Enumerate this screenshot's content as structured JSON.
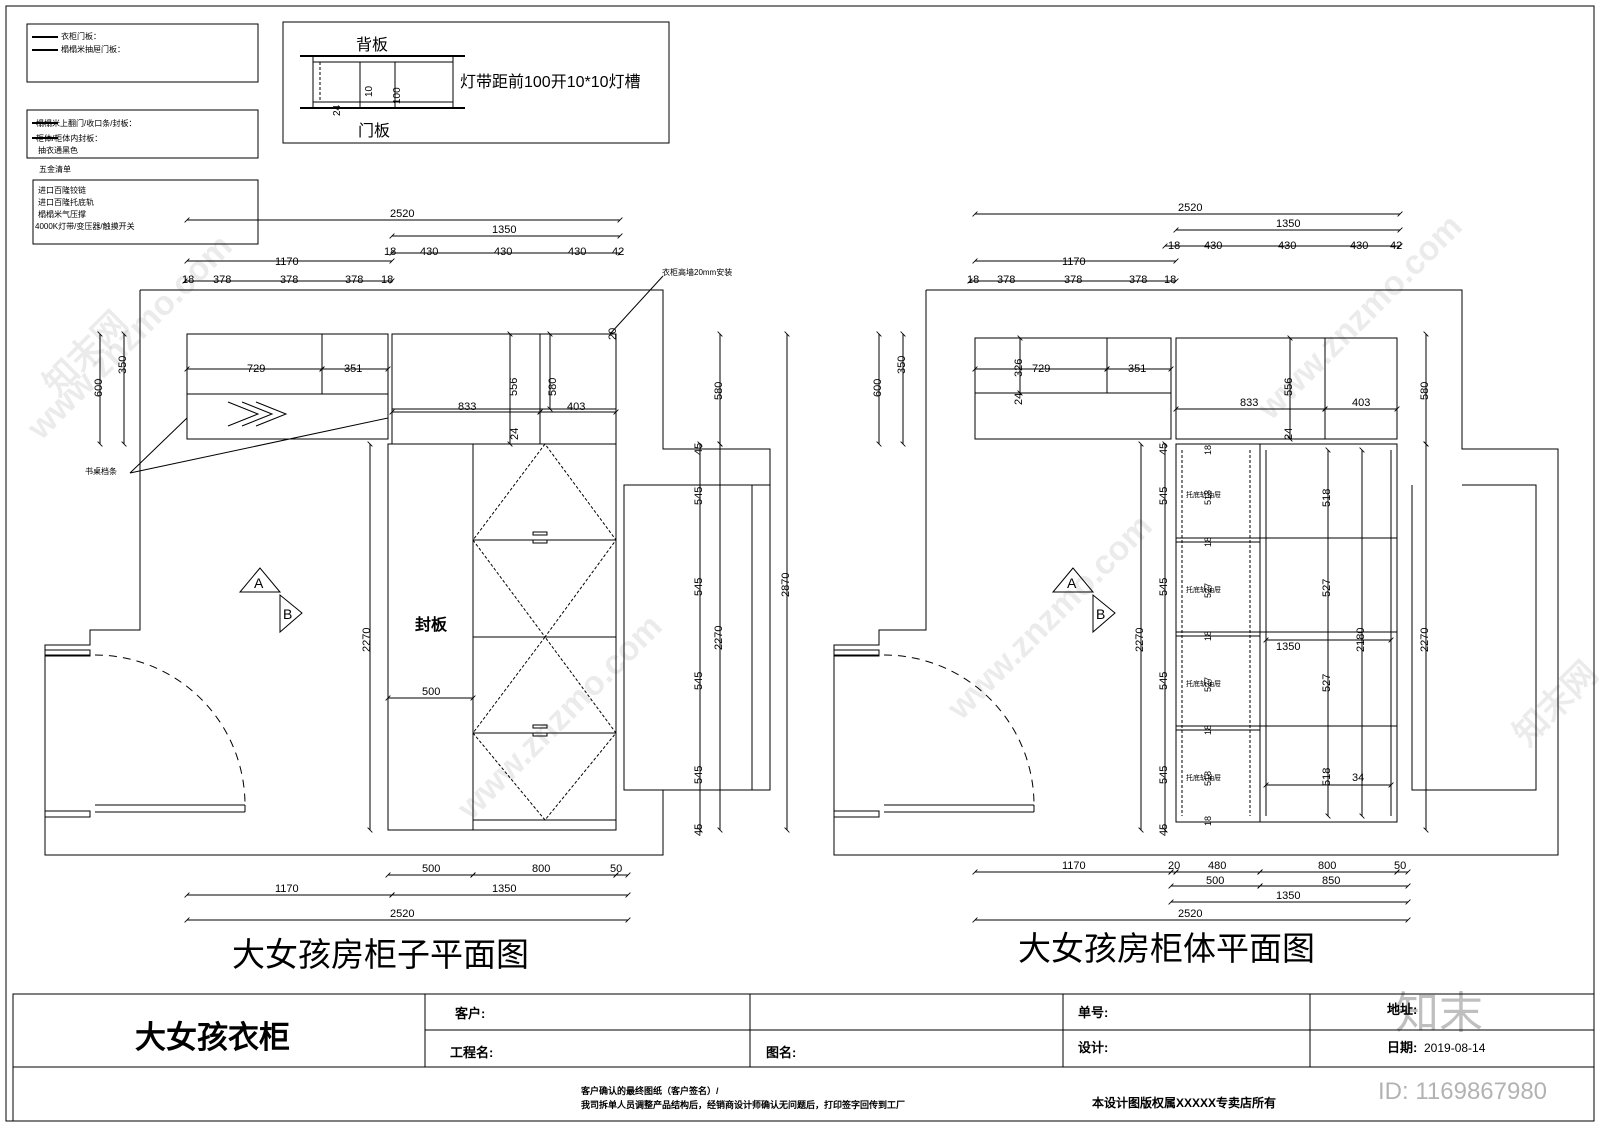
{
  "legend": {
    "box1": [
      "衣柜门板：",
      "榻榻米抽屉门板："
    ],
    "box2": [
      "榻榻米上翻门/收口条/封板：",
      "柜体/柜体内封板：",
      "抽衣通黑色"
    ],
    "hardware_title": "五金清单",
    "hardware": [
      "进口百隆铰链",
      "进口百隆托底轨",
      "榻榻米气压撑",
      "4000K灯带/变压器/触摸开关"
    ]
  },
  "detail": {
    "back_panel": "背板",
    "door_panel": "门板",
    "note": "灯带距前100开10*10灯槽",
    "dim_24": "24",
    "dim_10": "10",
    "dim_100": "100"
  },
  "left_plan": {
    "title": "大女孩房柜子平面图",
    "top_dims": {
      "total": "2520",
      "right": "1350",
      "left": "1170",
      "d18": "18",
      "d430": "430",
      "d42": "42",
      "d378": "378"
    },
    "upper": {
      "w729": "729",
      "w351": "351",
      "w833": "833",
      "w403": "403",
      "h556": "556",
      "h580": "580",
      "h24": "24",
      "h20": "20"
    },
    "left_dims": {
      "h600": "600",
      "h350": "350",
      "h2270": "2270"
    },
    "right_dims": {
      "h580": "580",
      "h45": "45",
      "h545": "545",
      "h2270": "2270",
      "h2870": "2870"
    },
    "labels": {
      "seal_board": "封板",
      "desk_strip": "书桌档条",
      "install_note": "衣柜高墙20mm安装",
      "w500": "500",
      "marker_a": "A",
      "marker_b": "B"
    },
    "bottom_dims": {
      "w500": "500",
      "w800": "800",
      "w50": "50",
      "w1170": "1170",
      "w1350": "1350",
      "w2520": "2520"
    }
  },
  "right_plan": {
    "title": "大女孩房柜体平面图",
    "top_dims": {
      "total": "2520",
      "right": "1350",
      "left": "1170",
      "d18": "18",
      "d430": "430",
      "d42": "42",
      "d378": "378"
    },
    "upper": {
      "w729": "729",
      "w351": "351",
      "w833": "833",
      "w403": "403",
      "h326": "326",
      "h556": "556",
      "h24": "24"
    },
    "left_dims": {
      "h600": "600",
      "h350": "350",
      "h2270": "2270",
      "h545": "545",
      "h45": "45"
    },
    "drawer_label": "托底轨抽屉",
    "drawer_dims": {
      "h518": "518",
      "h527": "527",
      "h18": "18"
    },
    "right_cabinet": {
      "h518": "518",
      "h527": "527",
      "w1350": "1350",
      "h2180": "2180",
      "h2270": "2270",
      "h580": "580",
      "h24": "24",
      "d34": "34"
    },
    "labels": {
      "marker_a": "A",
      "marker_b": "B"
    },
    "bottom_dims": {
      "w1170": "1170",
      "w20": "20",
      "w480": "480",
      "w800": "800",
      "w50": "50",
      "w500": "500",
      "w850": "850",
      "w1350": "1350",
      "w2520": "2520"
    }
  },
  "title_block": {
    "project_name": "大女孩衣柜",
    "client_label": "客户:",
    "order_label": "单号:",
    "address_label": "地址:",
    "engineering_label": "工程名:",
    "drawing_label": "图名:",
    "design_label": "设计:",
    "date_label": "日期:",
    "date_value": "2019-08-14",
    "confirm_line1": "客户确认的最终图纸（客户签名）/",
    "confirm_line2": "我司拆单人员调整产品结构后，经销商设计师确认无问题后，打印签字回传到工厂",
    "copyright": "本设计图版权属XXXXX专卖店所有"
  },
  "watermark": {
    "site": "www.znzmo.com",
    "brand": "知末网",
    "logo": "知末",
    "id": "ID: 1169867980"
  }
}
